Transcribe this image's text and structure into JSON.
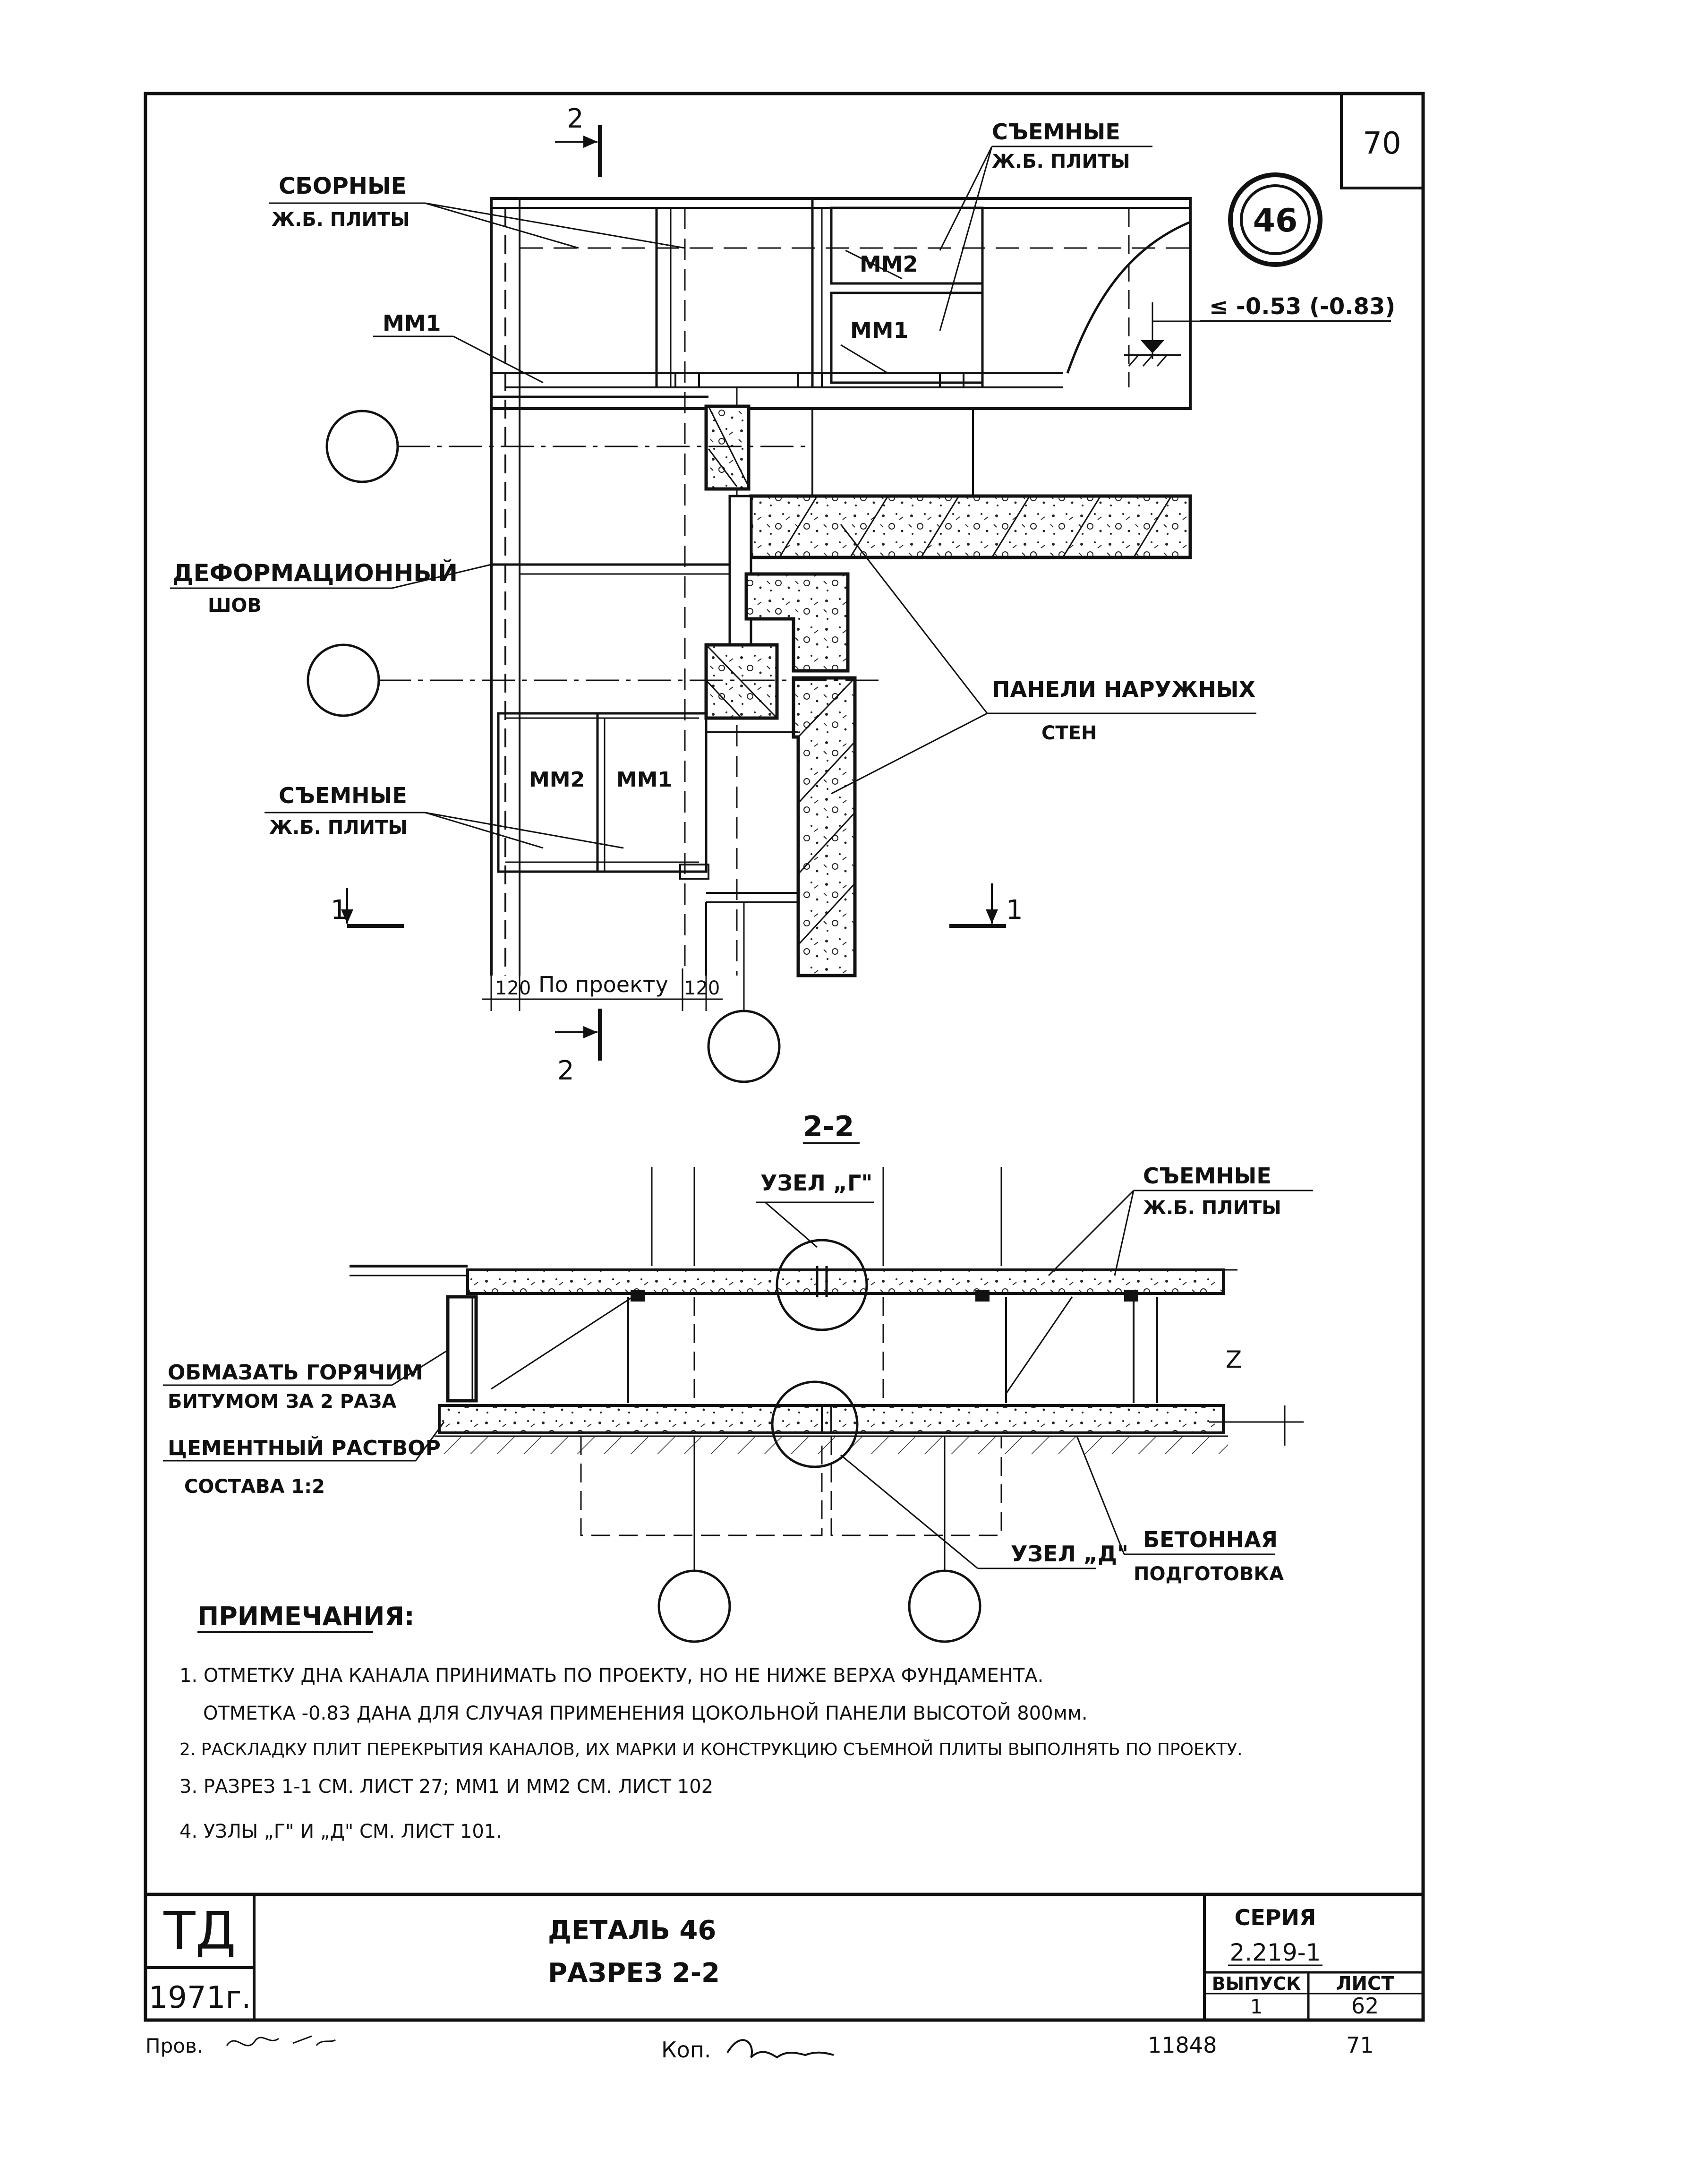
{
  "sheet": {
    "page_number": "70",
    "detail_marker": "46",
    "elevation_label": "≤ -0.53 (-0.83)"
  },
  "plan": {
    "section_mark": "2",
    "section_mark_1": "1",
    "label_precast_slabs_line1": "СБОРНЫЕ",
    "label_precast_slabs_line2": "Ж.Б. ПЛИТЫ",
    "label_removable_top_line1": "СЪЕМНЫЕ",
    "label_removable_top_line2": "Ж.Б. ПЛИТЫ",
    "label_mm1": "ММ1",
    "label_mm2": "ММ2",
    "label_joint_line1": "ДЕФОРМАЦИОННЫЙ",
    "label_joint_line2": "ШОВ",
    "label_panels_line1": "ПАНЕЛИ НАРУЖНЫХ",
    "label_panels_line2": "СТЕН",
    "label_removable_bottom_line1": "СЪЕМНЫЕ",
    "label_removable_bottom_line2": "Ж.Б. ПЛИТЫ",
    "dim_left": "120",
    "dim_middle": "По проекту",
    "dim_right": "120"
  },
  "section": {
    "title": "2-2",
    "node_g": "УЗЕЛ „Г\"",
    "node_d": "УЗЕЛ „Д\"",
    "label_removable_line1": "СЪЕМНЫЕ",
    "label_removable_line2": "Ж.Б. ПЛИТЫ",
    "label_bitumen_line1": "ОБМАЗАТЬ ГОРЯЧИМ",
    "label_bitumen_line2": "БИТУМОМ ЗА 2 РАЗА",
    "label_mortar_line1": "ЦЕМЕНТНЫЙ РАСТВОР",
    "label_mortar_line2": "СОСТАВА 1:2",
    "label_concrete_line1": "БЕТОННАЯ",
    "label_concrete_line2": "ПОДГОТОВКА",
    "dim_z": "Z"
  },
  "notes": {
    "heading": "ПРИМЕЧАНИЯ:",
    "items": [
      "1. ОТМЕТКУ ДНА КАНАЛА ПРИНИМАТЬ ПО ПРОЕКТУ, НО НЕ НИЖЕ ВЕРХА ФУНДАМЕНТА.",
      "ОТМЕТКА -0.83 ДАНА ДЛЯ СЛУЧАЯ ПРИМЕНЕНИЯ ЦОКОЛЬНОЙ ПАНЕЛИ ВЫСОТОЙ 800мм.",
      "2. РАСКЛАДКУ ПЛИТ ПЕРЕКРЫТИЯ КАНАЛОВ, ИХ МАРКИ И КОНСТРУКЦИЮ СЪЕМНОЙ ПЛИТЫ ВЫПОЛНЯТЬ ПО ПРОЕКТУ.",
      "3. РАЗРЕЗ 1-1 СМ. ЛИСТ 27; ММ1 И ММ2 СМ. ЛИСТ 102",
      "4. УЗЛЫ „Г\" И „Д\" СМ. ЛИСТ 101."
    ]
  },
  "title_block": {
    "org": "ТД",
    "year": "1971г.",
    "title_line1": "ДЕТАЛЬ 46",
    "title_line2": "РАЗРЕЗ 2-2",
    "series_label": "СЕРИЯ",
    "series_value": "2.219-1",
    "issue_label": "ВЫПУСК",
    "issue_value": "1",
    "sheet_label": "ЛИСТ",
    "sheet_value": "62"
  },
  "footer": {
    "checked": "Пров.",
    "copy": "Коп.",
    "inventory": "11848",
    "page": "71"
  }
}
